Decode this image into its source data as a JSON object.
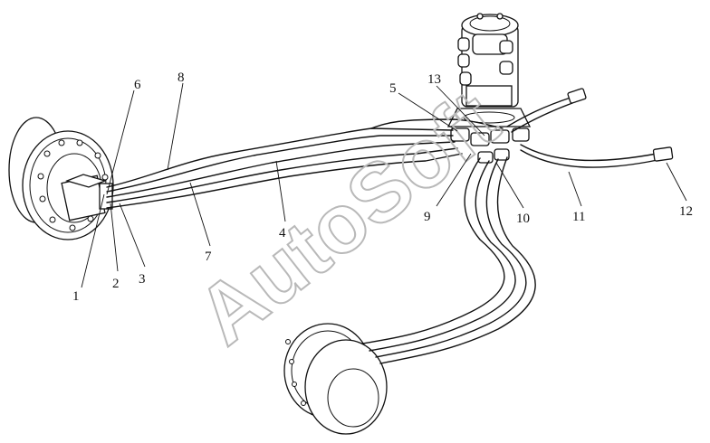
{
  "callouts": [
    "1",
    "2",
    "3",
    "4",
    "5",
    "6",
    "7",
    "8",
    "9",
    "10",
    "11",
    "12",
    "13"
  ],
  "watermark": "AutoSoft"
}
